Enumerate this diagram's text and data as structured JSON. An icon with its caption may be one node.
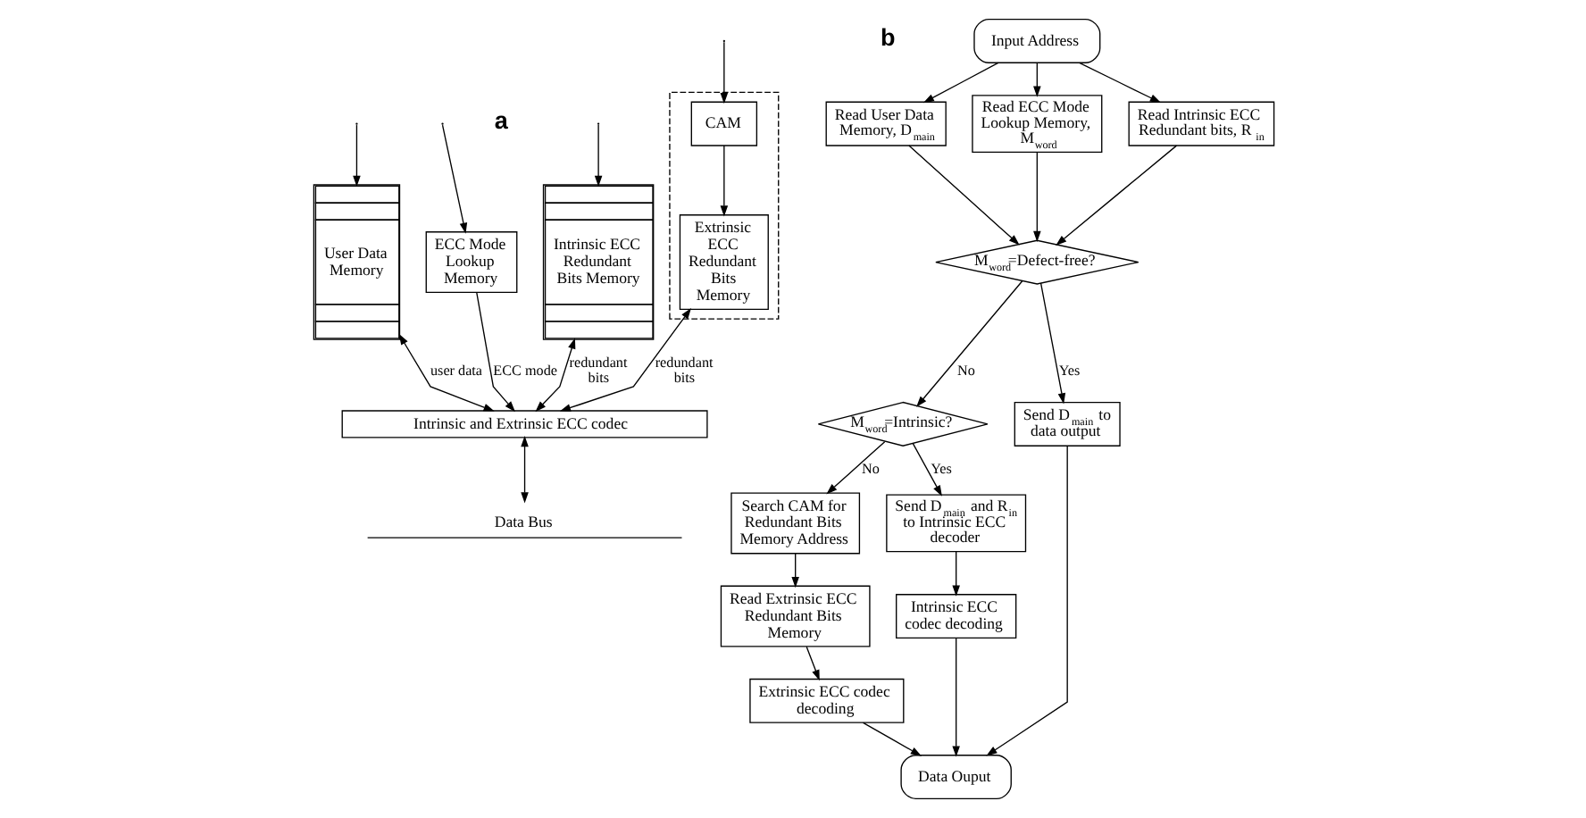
{
  "diagram": {
    "nodes": [
      {
        "text": [
          "ECC Mode Lookup Memory"
        ]
      },
      {
        "text": [
          "User Data Memory"
        ]
      },
      {
        "text": [
          "Intrinsic ECC Redundant Bits Memory"
        ]
      },
      {
        "text": [],
        "shape": "box"
      },
      {
        "text": [
          "CAM"
        ],
        "in": 3
      },
      {
        "text": [
          "Extrinsic ECC Redundant Bits Memory"
        ],
        "in": 3
      },
      {
        "text": [
          "Intrinsic and Extrinsic ECC codec"
        ]
      },
      {
        "text": [
          "Data Bus"
        ]
      },
      {
        "text": [
          "Input Address"
        ]
      },
      {
        "text": [
          "Read User Data Memory, D$_{main}$"
        ]
      },
      {
        "text": [
          "Read ECC Mode Lookup Memory, M$_{word}$"
        ]
      },
      {
        "text": [
          "Read Intrinsic ECC Redundant bits, R$_{in}$"
        ]
      },
      {
        "text": [
          "M$_{word}$=Defect-free?"
        ]
      },
      {
        "text": [
          "M$_{word}$=Intrinsic?"
        ]
      },
      {
        "text": [
          "Send D$_{main}$ to data output"
        ]
      },
      {
        "text": [
          "Search CAM for Redundant Bits Memory Address"
        ]
      },
      {
        "text": [
          "Read Extrinsic ECC Redundant Bits Memory"
        ]
      },
      {
        "text": [
          "Extrinsic ECC codec decoding"
        ]
      },
      {
        "text": [
          "Send D$_{main}$ and R$_{in}$ to Intrinsic ECC decoder"
        ]
      },
      {
        "text": [
          "Intrinsic ECC codec decoding"
        ]
      },
      {
        "text": [
          "Data Ouput"
        ]
      }
    ],
    "edges": [
      {
        "from": null,
        "to": 0,
        "arrow": "to"
      },
      {
        "from": null,
        "to": 1,
        "arrow": "to"
      },
      {
        "from": null,
        "to": 2,
        "arrow": "to"
      },
      {
        "from": null,
        "to": 4,
        "arrow": "to"
      },
      {
        "from": 4,
        "to": 5,
        "arrow": "to"
      },
      {
        "from": 0,
        "to": 6,
        "arrow": "to",
        "label": "ECC mode"
      },
      {
        "from": 1,
        "to": 6,
        "arrow": "both",
        "label": "user data"
      },
      {
        "from": 2,
        "to": 6,
        "arrow": "both",
        "label": "redundant bits"
      },
      {
        "from": 5,
        "to": 6,
        "arrow": "both",
        "label": "redundant bits"
      },
      {
        "from": 6,
        "to": 7,
        "arrow": "both"
      },
      {
        "from": 8,
        "to": 9,
        "arrow": "to"
      },
      {
        "from": 8,
        "to": 10,
        "arrow": "to"
      },
      {
        "from": 8,
        "to": 11,
        "arrow": "to"
      },
      {
        "from": 9,
        "to": 12,
        "arrow": "to"
      },
      {
        "from": 10,
        "to": 12,
        "arrow": "to"
      },
      {
        "from": 11,
        "to": 12,
        "arrow": "to"
      },
      {
        "from": 12,
        "to": 14,
        "arrow": "to",
        "label": "Yes"
      },
      {
        "from": 12,
        "to": 13,
        "arrow": "to",
        "label": "No"
      },
      {
        "from": 13,
        "to": 18,
        "arrow": "to",
        "label": "Yes"
      },
      {
        "from": 13,
        "to": 15,
        "arrow": "to",
        "label": "No"
      },
      {
        "from": 15,
        "to": 16,
        "arrow": "to"
      },
      {
        "from": 16,
        "to": 17,
        "arrow": "to"
      },
      {
        "from": 18,
        "to": 19,
        "arrow": "to"
      },
      {
        "from": 14,
        "to": 20,
        "arrow": "to"
      },
      {
        "from": 17,
        "to": 20,
        "arrow": "to"
      },
      {
        "from": 19,
        "to": 20,
        "arrow": "to"
      }
    ],
    "labels": [
      "a",
      "b"
    ]
  }
}
